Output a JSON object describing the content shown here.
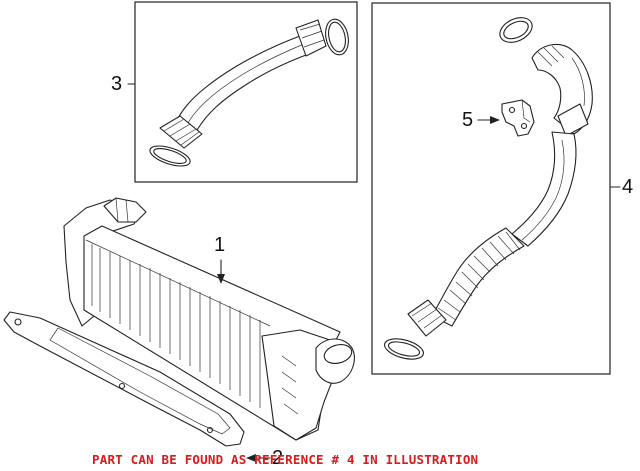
{
  "callouts": {
    "c1": "1",
    "c2": "2",
    "c3": "3",
    "c4": "4",
    "c5": "5"
  },
  "note": {
    "text": "PART CAN BE FOUND AS REFERENCE # 4 IN ILLUSTRATION",
    "color": "#d81b1b"
  }
}
